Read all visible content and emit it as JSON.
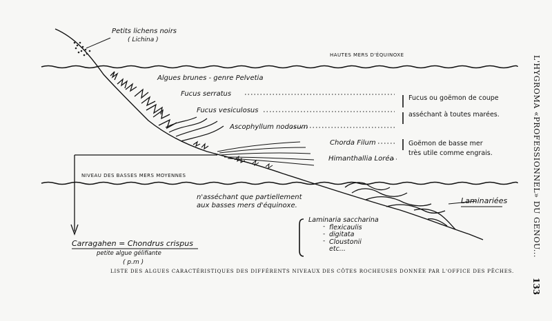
{
  "labels": {
    "lichens_title": "Petits lichens noirs",
    "lichens_sub": "( Lichina )",
    "hautes_mers": "HAUTES  MERS D'ÉQUINOXE",
    "pelvetia": "Algues brunes - genre Pelvetia",
    "fucus_serratus": "Fucus serratus",
    "fucus_vesiculosus": "Fucus vesiculosus",
    "ascophyllum": "Ascophyllum nodosum",
    "chorda": "Chorda Filum",
    "himanthallia": "Himanthallia Loréa",
    "basses_mers": "NIVEAU DES BASSES MERS MOYENNES",
    "partial_1": "n'asséchant que partiellement",
    "partial_2": "aux basses mers d'équinoxe.",
    "laminariees": "Laminariées",
    "carragahen": "Carragahen = Chondrus crispus",
    "gelifiante": "petite algue gélifiante",
    "pm": "( p.m )"
  },
  "groups": {
    "fucus_1": "Fucus ou goëmon de coupe",
    "fucus_2": "asséchant à toutes marées.",
    "goemon_1": "Goëmon de basse mer",
    "goemon_2": "très utile comme engrais."
  },
  "laminaria_list": [
    "Laminaria  saccharina",
    "flexicaulis",
    "digitata",
    "Cloustonii",
    "etc..."
  ],
  "caption": "LISTE DES ALGUES CARACTÉRISTIQUES DES DIFFÉRENTS NIVEAUX DES CÔTES ROCHEUSES DONNÉE PAR L'OFFICE DES PÊCHES.",
  "side_title": "L'HYGROMA «PROFESSIONNEL» DU GENOU...",
  "page_number": "133"
}
